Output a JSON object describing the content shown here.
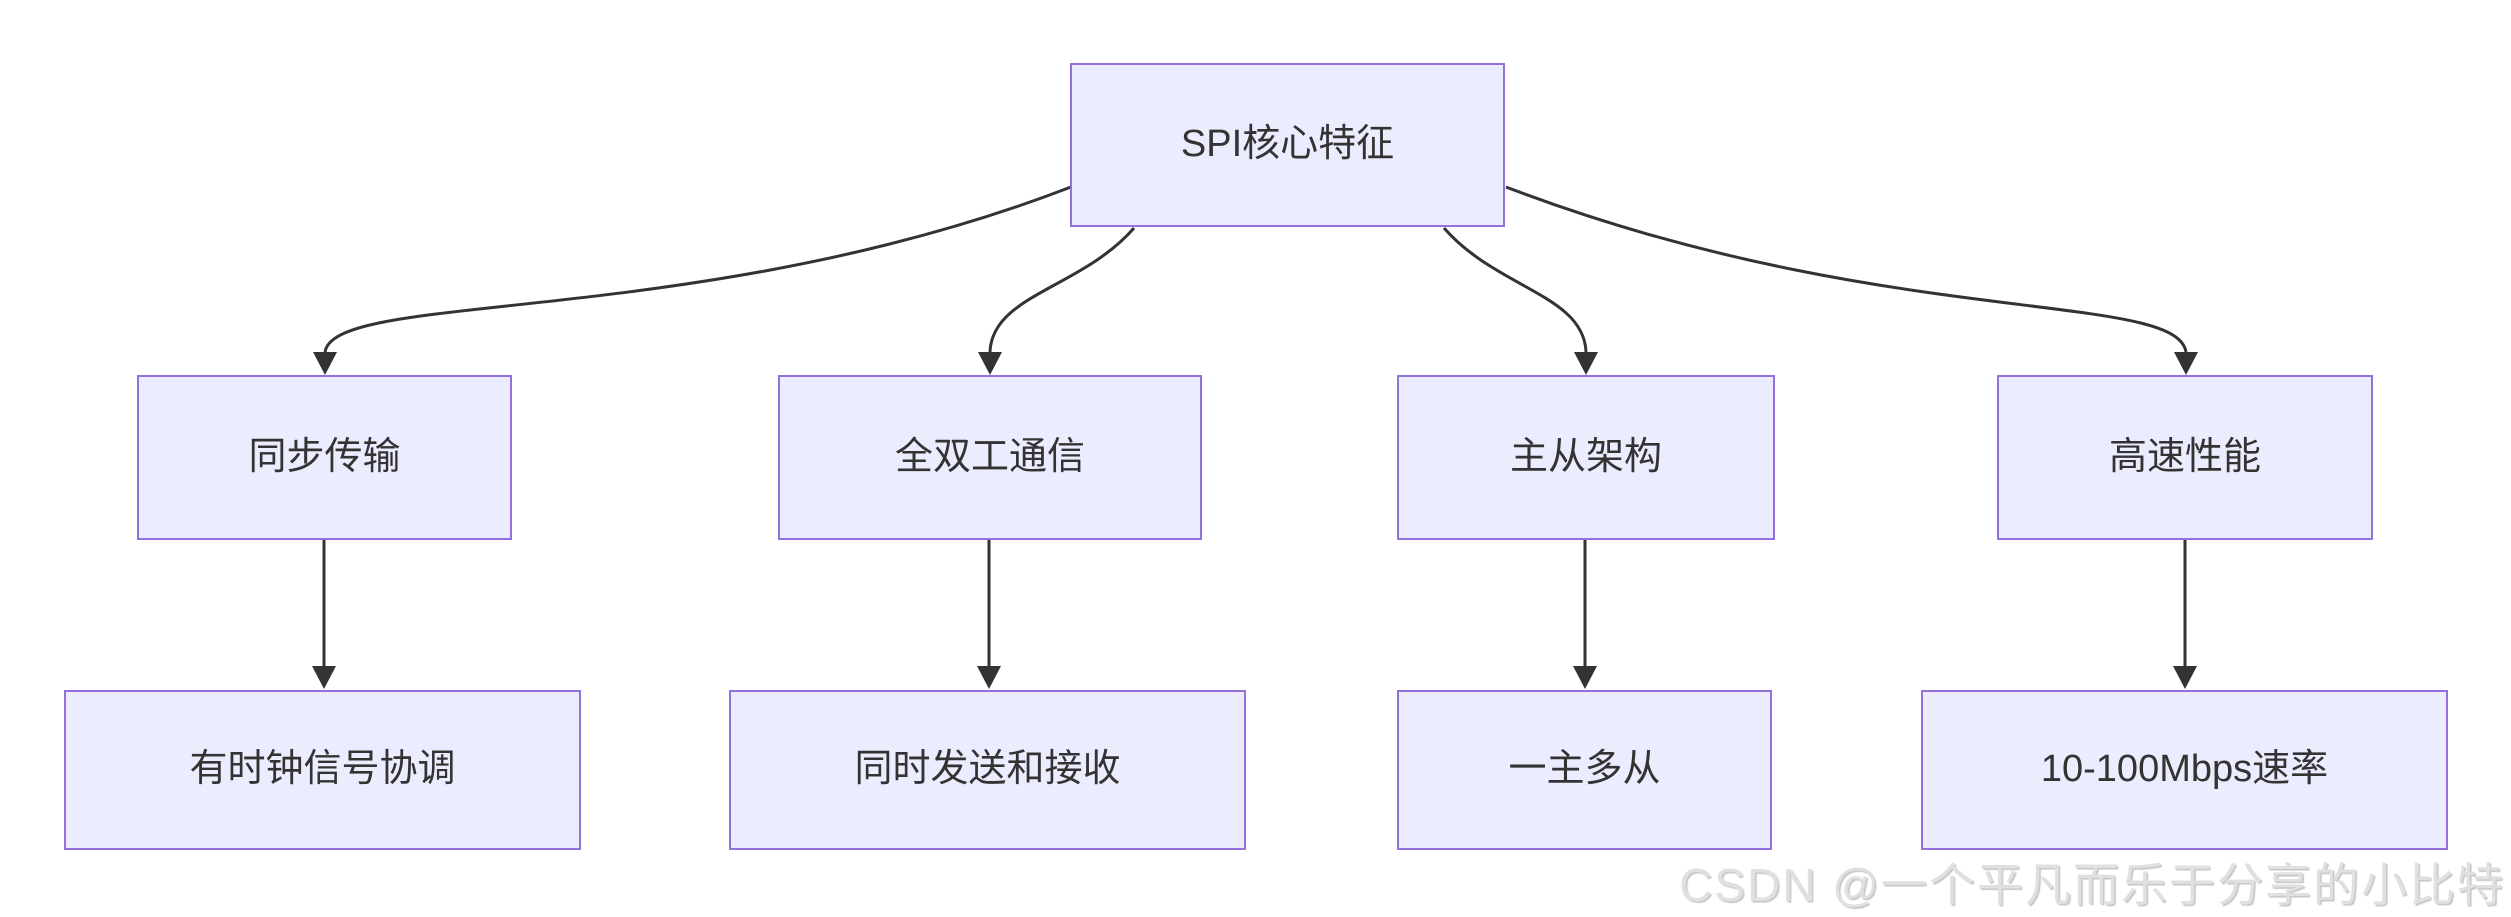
{
  "diagram": {
    "title_node": {
      "label": "SPI核心特征"
    },
    "branches": [
      {
        "label": "同步传输",
        "detail": "有时钟信号协调"
      },
      {
        "label": "全双工通信",
        "detail": "同时发送和接收"
      },
      {
        "label": "主从架构",
        "detail": "一主多从"
      },
      {
        "label": "高速性能",
        "detail": "10-100Mbps速率"
      }
    ],
    "colors": {
      "background": "#FFFFFF",
      "node_fill": "#ECECFF",
      "node_border": "#9370DB",
      "node_text": "#333333",
      "arrow": "#333333",
      "watermark": "#E0E0E0"
    }
  },
  "watermark": {
    "text": "CSDN @一个平凡而乐于分享的小比特"
  }
}
